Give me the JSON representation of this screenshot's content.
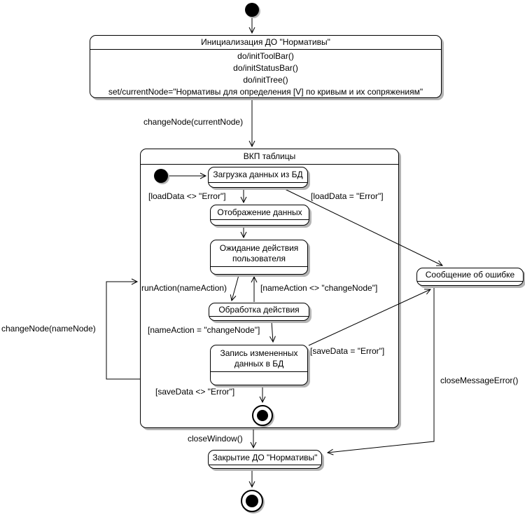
{
  "diagram": {
    "kind": "uml-statechart",
    "language": "ru"
  },
  "colors": {
    "line": "#000000",
    "background": "#ffffff",
    "shadow": "#b4b4b4"
  },
  "states": {
    "init_do": {
      "title": "Инициализация ДО \"Нормативы\"",
      "actions": [
        "do/initToolBar()",
        "do/initStatusBar()",
        "do/initTree()",
        "set/currentNode=\"Нормативы для определения [V] по кривым и их сопряжениям\""
      ]
    },
    "vkp": {
      "title": "ВКП таблицы"
    },
    "load_data": {
      "title": "Загрузка данных из БД"
    },
    "display_data": {
      "title": "Отображение данных"
    },
    "wait_user": {
      "title": "Ожидание действия пользователя"
    },
    "process_action": {
      "title": "Обработка действия"
    },
    "save_data": {
      "title": "Запись измененных данных в БД"
    },
    "error_message": {
      "title": "Сообщение об ошибке"
    },
    "close_do": {
      "title": "Закрытие ДО \"Нормативы\""
    }
  },
  "transitions": {
    "change_node_current": "changeNode(currentNode)",
    "load_ok": "[loadData <> \"Error\"]",
    "load_err": "[loadData = \"Error\"]",
    "run_action": "runAction(nameAction)",
    "name_action_neq": "[nameAction <> \"changeNode\"]",
    "name_action_eq": "[nameAction = \"changeNode\"]",
    "save_err": "[saveData = \"Error\"]",
    "save_ok": "[saveData <> \"Error\"]",
    "change_node_name": "changeNode(nameNode)",
    "close_window": "closeWindow()",
    "close_message_error": "closeMessageError()"
  }
}
